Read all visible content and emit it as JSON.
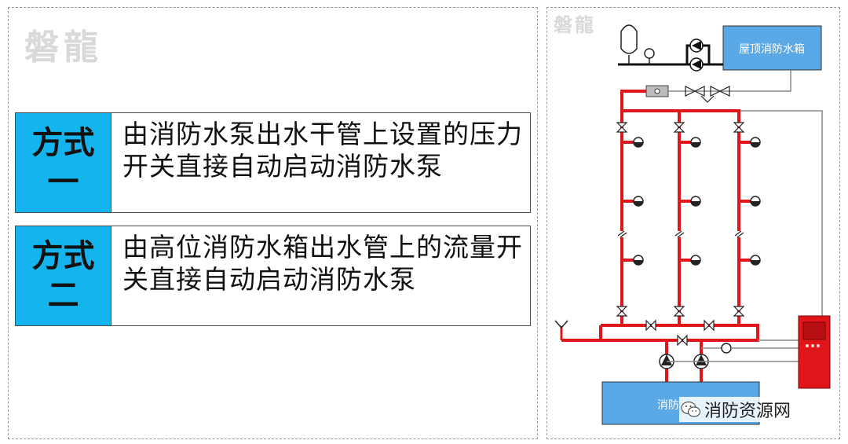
{
  "watermark": "磐龍",
  "methods": [
    {
      "label": "方式一",
      "text": "由消防水泵出水干管上设置的压力开关直接自动启动消防水泵"
    },
    {
      "label": "方式二",
      "text": "由高位消防水箱出水管上的流量开关直接自动启动消防水泵"
    }
  ],
  "diagram": {
    "roof_tank_label": "屋顶消防水箱",
    "pool_label": "消防",
    "pipe_color": "#e0161b",
    "tank_color": "#5aa9e6",
    "control_cabinet_color": "#e0161b"
  },
  "credit": {
    "text": "消防资源网",
    "icon": "wechat-icon"
  }
}
